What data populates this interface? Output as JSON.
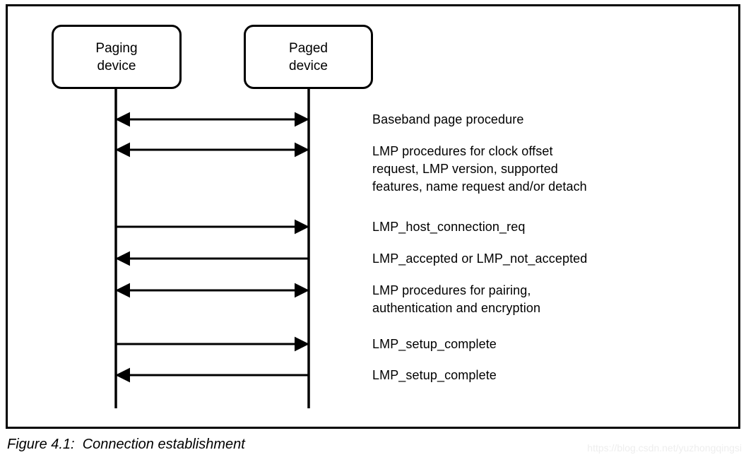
{
  "figure": {
    "caption": "Figure 4.1:  Connection establishment",
    "watermark": "https://blog.csdn.net/yuzhongqingsi",
    "line_color": "#000000",
    "background_color": "#ffffff"
  },
  "participants": [
    {
      "id": "paging",
      "label": "Paging\ndevice"
    },
    {
      "id": "paged",
      "label": "Paged\ndevice"
    }
  ],
  "messages": [
    {
      "index": 1,
      "label": "Baseband page procedure",
      "direction": "both",
      "from": "paging",
      "to": "paged"
    },
    {
      "index": 2,
      "label": "LMP procedures for clock offset\nrequest, LMP version, supported\nfeatures, name request and/or detach",
      "direction": "both",
      "from": "paging",
      "to": "paged"
    },
    {
      "index": 3,
      "label": "LMP_host_connection_req",
      "direction": "right",
      "from": "paging",
      "to": "paged"
    },
    {
      "index": 4,
      "label": "LMP_accepted or LMP_not_accepted",
      "direction": "left",
      "from": "paged",
      "to": "paging"
    },
    {
      "index": 5,
      "label": "LMP procedures for pairing,\nauthentication and encryption",
      "direction": "both",
      "from": "paging",
      "to": "paged"
    },
    {
      "index": 6,
      "label": "LMP_setup_complete",
      "direction": "right",
      "from": "paging",
      "to": "paged"
    },
    {
      "index": 7,
      "label": "LMP_setup_complete",
      "direction": "left",
      "from": "paged",
      "to": "paging"
    }
  ]
}
